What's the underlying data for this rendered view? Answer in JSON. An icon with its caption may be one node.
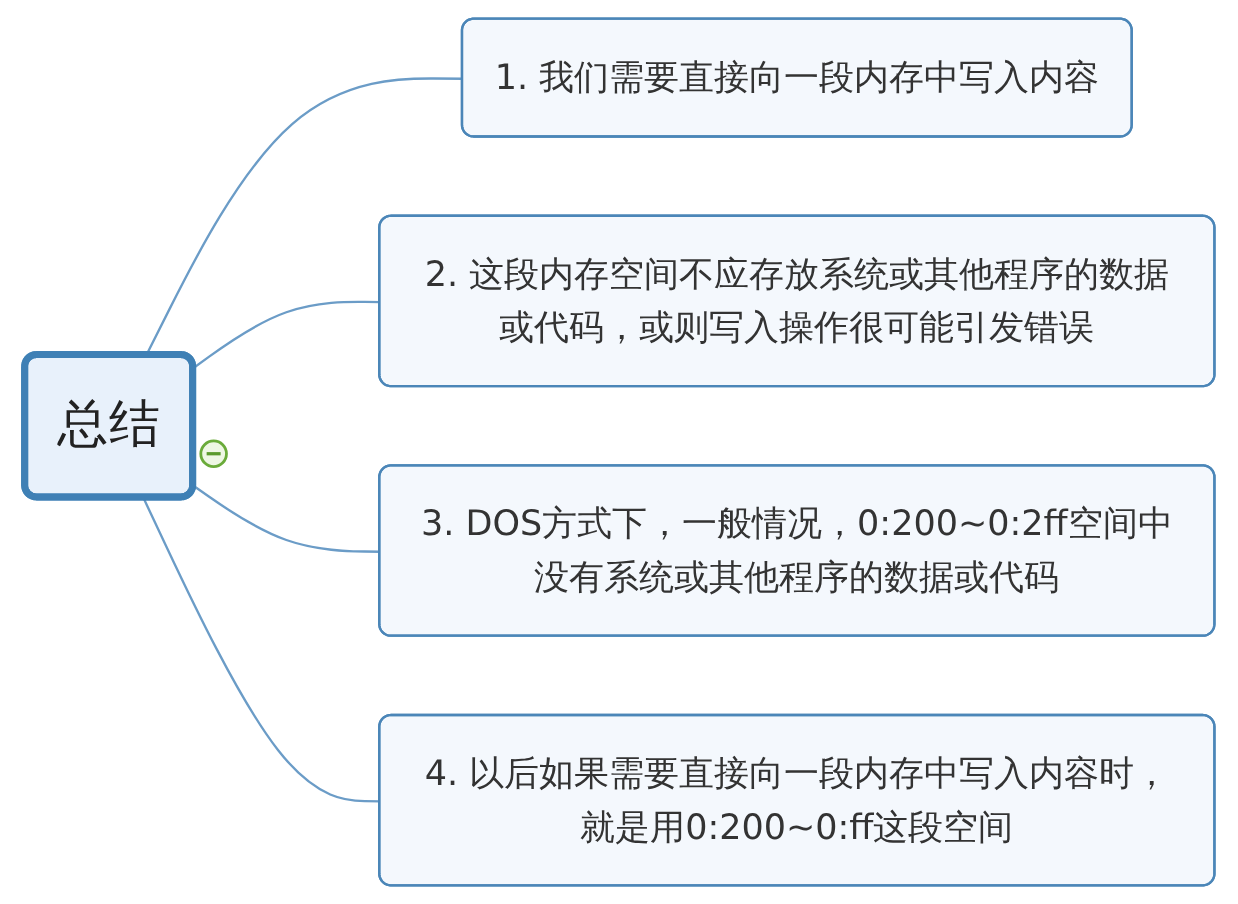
{
  "diagram": {
    "nodes": [
      {
        "text": [
          "总结"
        ]
      },
      {
        "text": [
          "1. 我们需要直接向一段内存中写入内容"
        ]
      },
      {
        "text": [
          "2. 这段内存空间不应存放系统或其他程序的数据或代码，或则写入操作很可能引发错误"
        ]
      },
      {
        "text": [
          "3. DOS方式下，一般情况，0:200~0:2ff空间中没有系统或其他程序的数据或代码"
        ]
      },
      {
        "text": [
          "4. 以后如果需要直接向一段内存中写入内容时，就是用0:200~0:ff这段空间"
        ]
      }
    ],
    "edges": [
      {
        "from": 0,
        "to": 1,
        "arrow": "none"
      },
      {
        "from": 0,
        "to": 2,
        "arrow": "none"
      },
      {
        "from": 0,
        "to": 3,
        "arrow": "none"
      },
      {
        "from": 0,
        "to": 4,
        "arrow": "none"
      }
    ]
  }
}
